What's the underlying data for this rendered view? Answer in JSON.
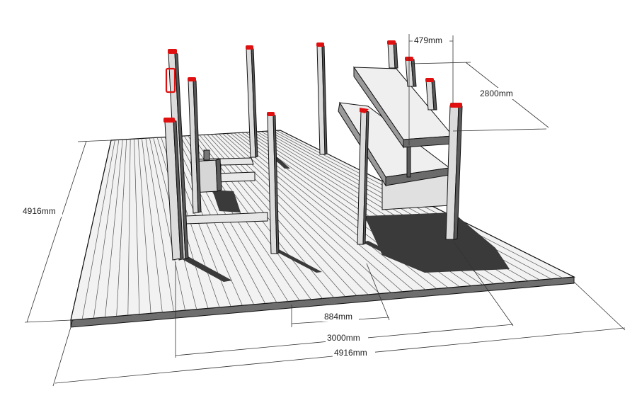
{
  "dimensions": {
    "depth_left": "4916mm",
    "bench_depth": "479mm",
    "bench_length": "2800mm",
    "opening": "884mm",
    "inner_width": "3000mm",
    "total_width": "4916mm"
  },
  "colors": {
    "post_cap": "#e01010",
    "deck_top": "#f2f2f2",
    "deck_edge": "#6e6e6e",
    "plank_line": "#555555",
    "post_face": "#dcdcdc",
    "post_side": "#5a5a5a",
    "shadow": "#3a3a3a"
  }
}
